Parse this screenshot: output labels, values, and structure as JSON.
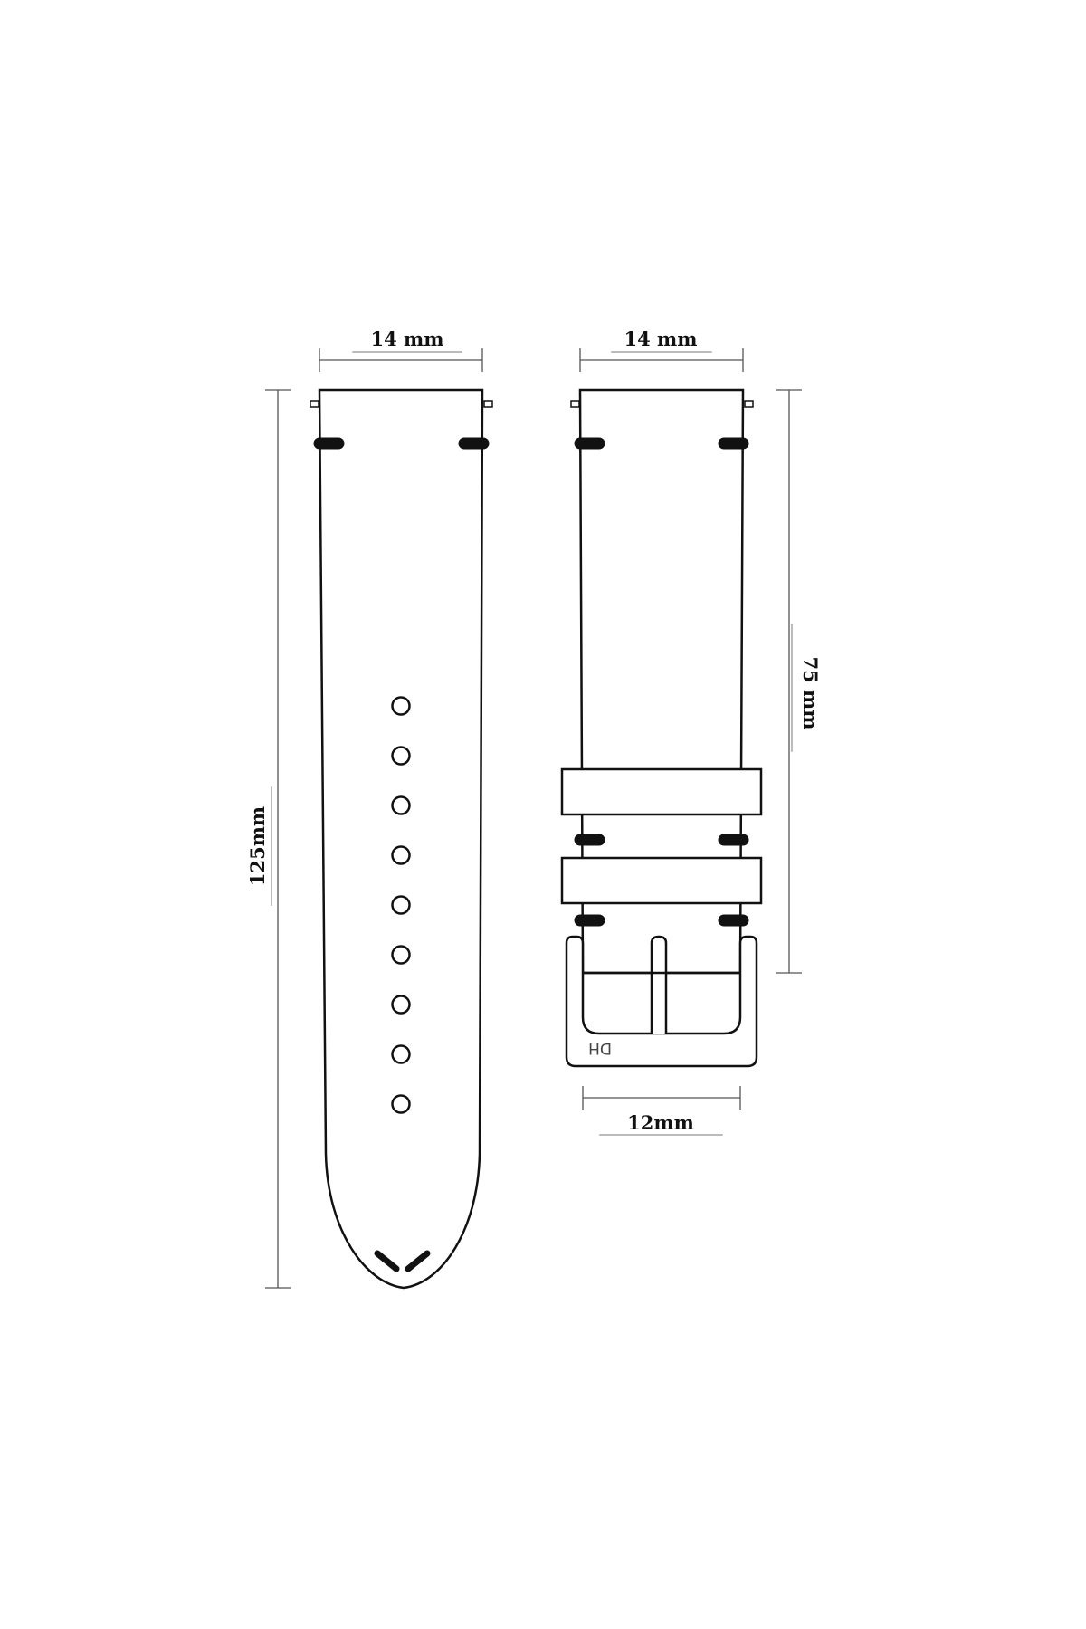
{
  "dimensions": {
    "long_strap_width": "14 mm",
    "short_strap_width": "14 mm",
    "long_strap_length": "125mm",
    "short_strap_length": "75 mm",
    "buckle_width": "12mm"
  },
  "buckle_engraving": "DH",
  "colors": {
    "outline": "#111111",
    "dimension_line": "#555555",
    "background": "#ffffff"
  }
}
